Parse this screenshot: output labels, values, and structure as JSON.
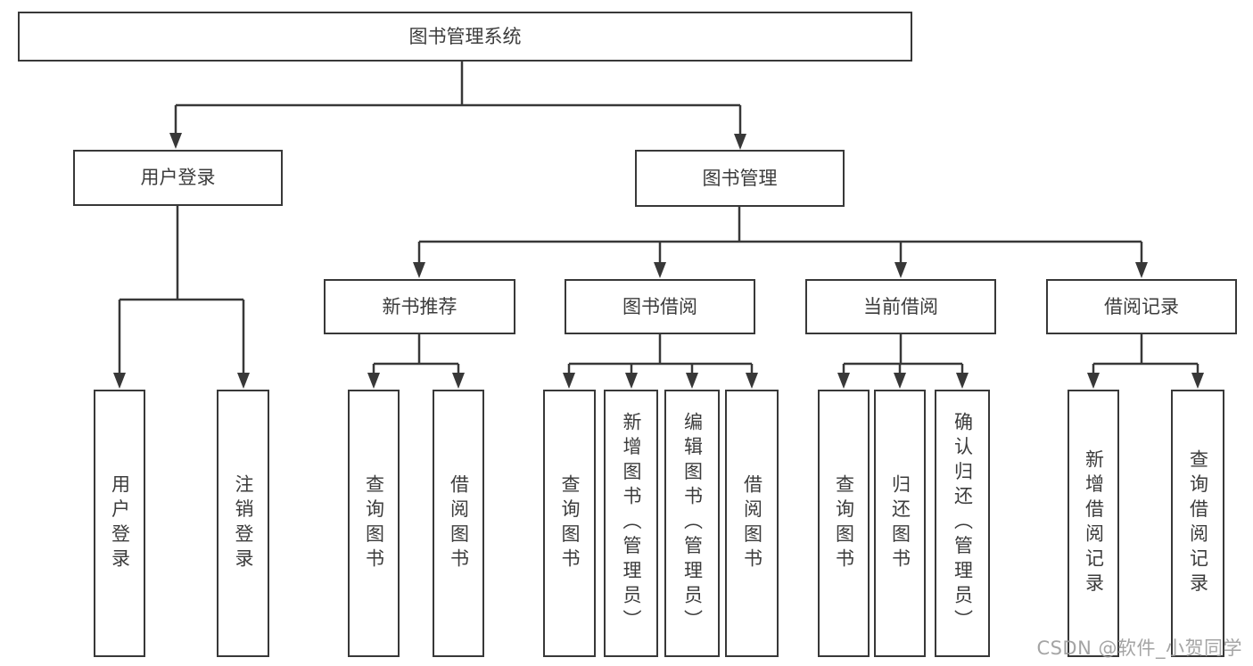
{
  "tree": {
    "root": {
      "label": "图书管理系统",
      "children": [
        {
          "label": "用户登录",
          "children": [
            {
              "label": "用户登录"
            },
            {
              "label": "注销登录"
            }
          ]
        },
        {
          "label": "图书管理",
          "children": [
            {
              "label": "新书推荐",
              "children": [
                {
                  "label": "查询图书"
                },
                {
                  "label": "借阅图书"
                }
              ]
            },
            {
              "label": "图书借阅",
              "children": [
                {
                  "label": "查询图书"
                },
                {
                  "label": "新增图书（管理员）"
                },
                {
                  "label": "编辑图书（管理员）"
                },
                {
                  "label": "借阅图书"
                }
              ]
            },
            {
              "label": "当前借阅",
              "children": [
                {
                  "label": "查询图书"
                },
                {
                  "label": "归还图书"
                },
                {
                  "label": "确认归还（管理员）"
                }
              ]
            },
            {
              "label": "借阅记录",
              "children": [
                {
                  "label": "新增借阅记录"
                },
                {
                  "label": "查询借阅记录"
                }
              ]
            }
          ]
        }
      ]
    }
  },
  "watermark": {
    "text": "CSDN @软件_小贺同学"
  },
  "colors": {
    "line": "#383838",
    "text": "#3c3c3c",
    "watermark": "#9b9b9b",
    "background": "#ffffff"
  }
}
